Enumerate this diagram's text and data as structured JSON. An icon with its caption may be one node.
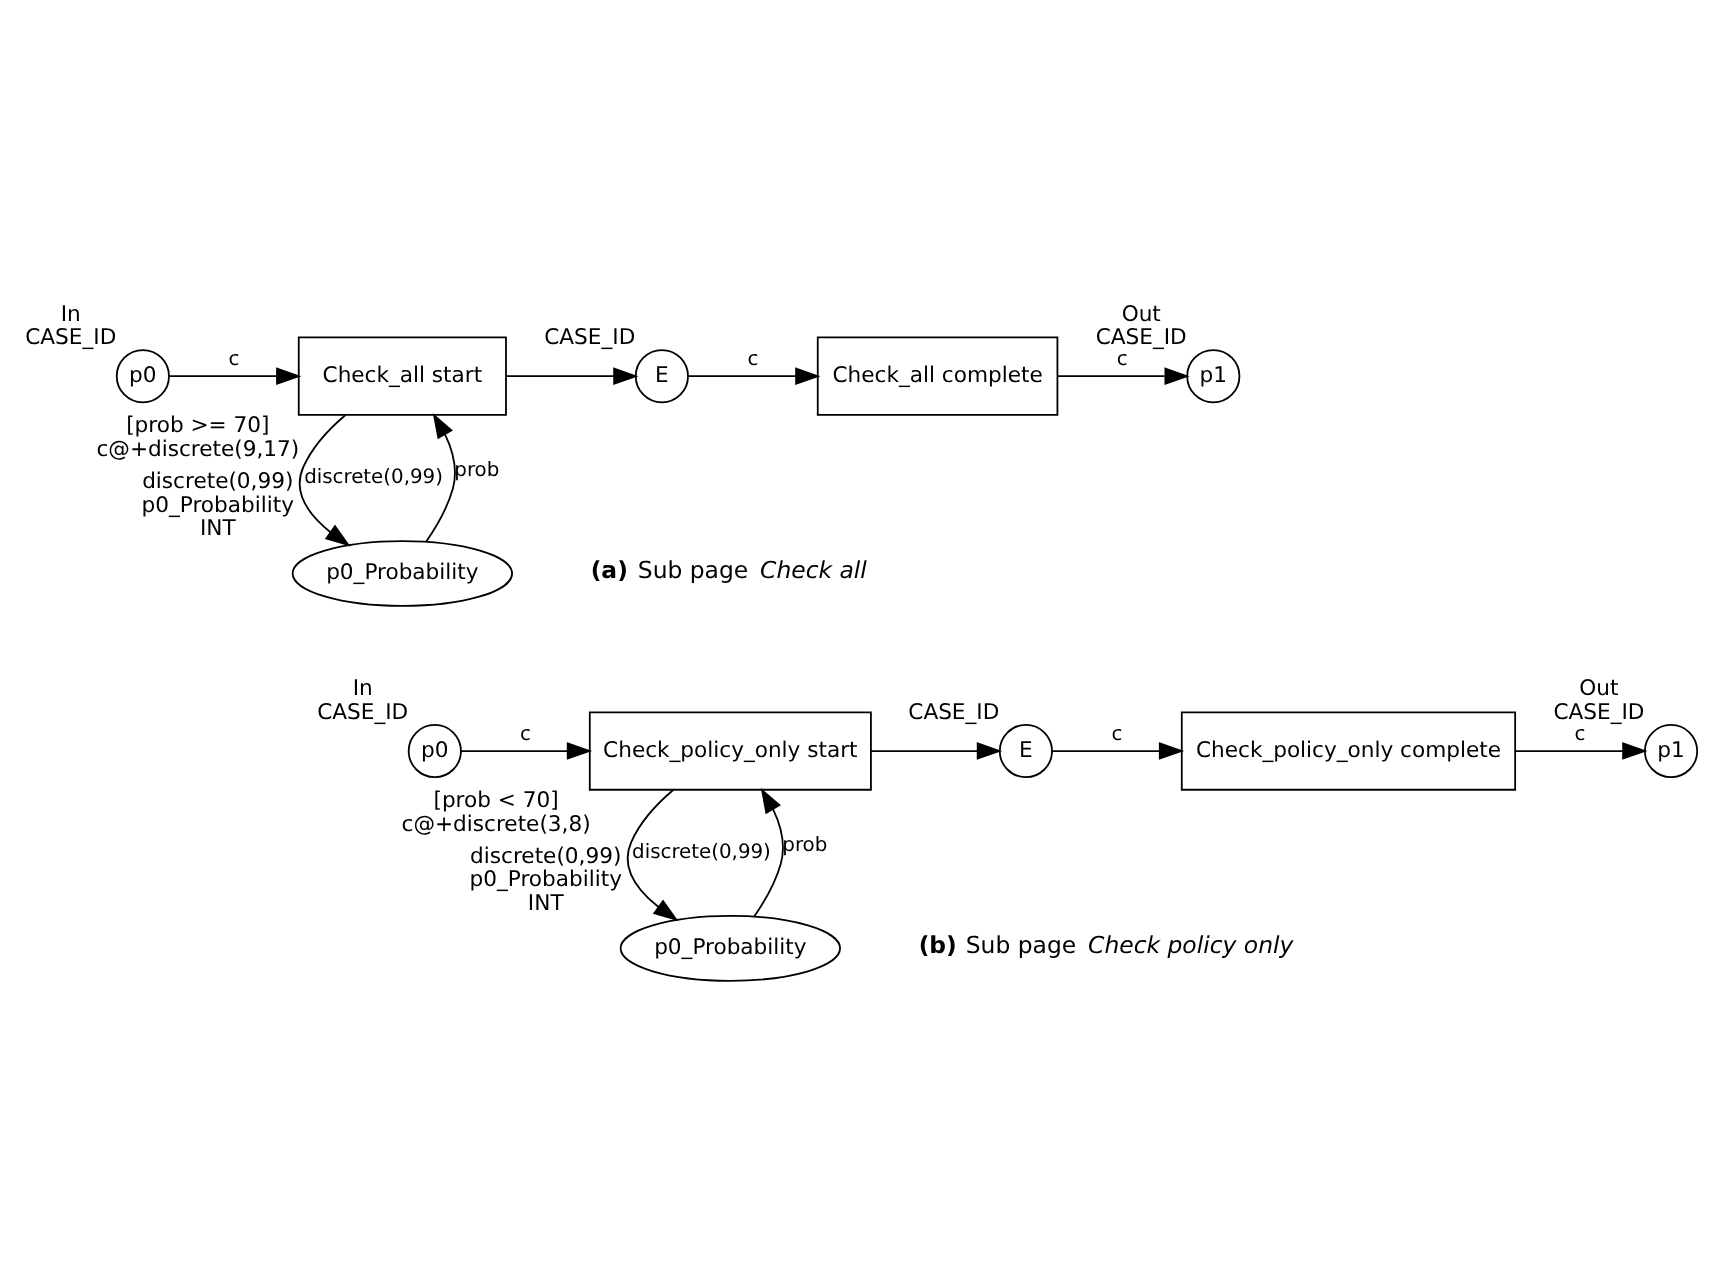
{
  "diagram": {
    "nodes": [
      {
        "text": [
          "p0"
        ],
        "beside": [
          "In",
          "CASE_ID"
        ]
      },
      {
        "text": [
          "Check_all start"
        ],
        "beside": [
          "[prob >= 70]",
          "c@+discrete(9,17)"
        ]
      },
      {
        "text": [
          "E"
        ],
        "beside": [
          "CASE_ID"
        ]
      },
      {
        "text": [
          "Check_all complete"
        ]
      },
      {
        "text": [
          "p1"
        ],
        "beside": [
          "Out",
          "CASE_ID"
        ]
      },
      {
        "text": [
          "p0_Probability"
        ],
        "beside": [
          "discrete(0,99)",
          "p0_Probability",
          "INT"
        ]
      },
      {
        "text": [
          "p0"
        ],
        "beside": [
          "In",
          "CASE_ID"
        ]
      },
      {
        "text": [
          "Check_policy_only start"
        ],
        "beside": [
          "[prob < 70]",
          "c@+discrete(3,8)"
        ]
      },
      {
        "text": [
          "E"
        ],
        "beside": [
          "CASE_ID"
        ]
      },
      {
        "text": [
          "Check_policy_only complete"
        ]
      },
      {
        "text": [
          "p1"
        ],
        "beside": [
          "Out",
          "CASE_ID"
        ]
      },
      {
        "text": [
          "p0_Probability"
        ],
        "beside": [
          "discrete(0,99)",
          "p0_Probability",
          "INT"
        ]
      }
    ],
    "edges": [
      {
        "from": 0,
        "to": 1,
        "arrow": "to",
        "label": "c"
      },
      {
        "from": 1,
        "to": 2,
        "arrow": "to"
      },
      {
        "from": 2,
        "to": 3,
        "arrow": "to",
        "label": "c"
      },
      {
        "from": 3,
        "to": 4,
        "arrow": "to",
        "label": "c"
      },
      {
        "from": 1,
        "to": 5,
        "arrow": "to",
        "label": "discrete(0,99)"
      },
      {
        "from": 5,
        "to": 1,
        "arrow": "to",
        "label": "prob"
      },
      {
        "from": 6,
        "to": 7,
        "arrow": "to",
        "label": "c"
      },
      {
        "from": 7,
        "to": 8,
        "arrow": "to"
      },
      {
        "from": 8,
        "to": 9,
        "arrow": "to",
        "label": "c"
      },
      {
        "from": 9,
        "to": 10,
        "arrow": "to",
        "label": "c"
      },
      {
        "from": 7,
        "to": 11,
        "arrow": "to",
        "label": "discrete(0,99)"
      },
      {
        "from": 11,
        "to": 7,
        "arrow": "to",
        "label": "prob"
      }
    ],
    "labels": [
      "**(a)** Sub page *Check all*",
      "**(b)** Sub page *Check policy only*"
    ]
  }
}
